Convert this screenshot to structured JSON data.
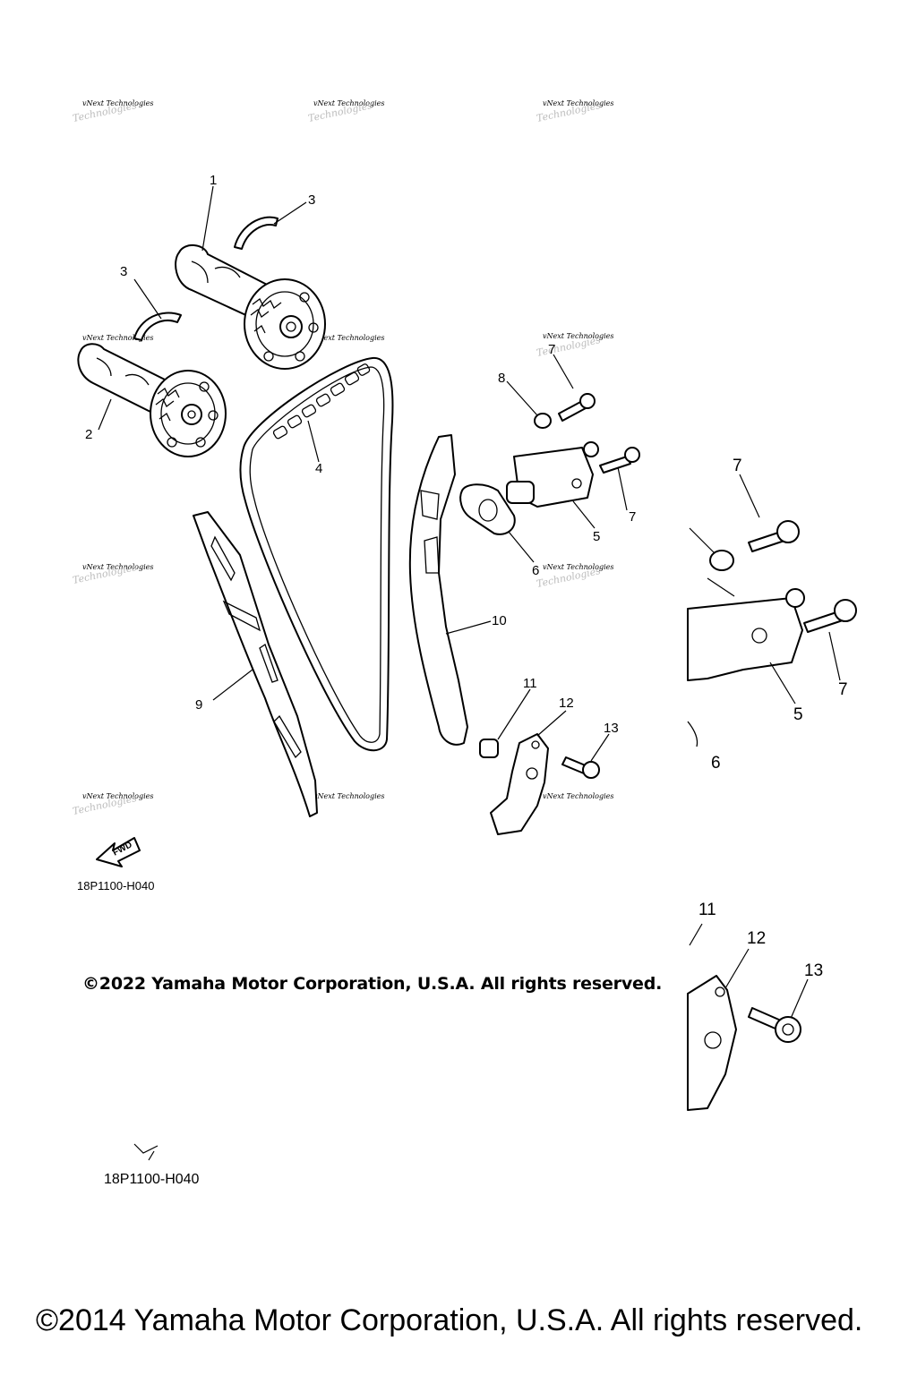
{
  "diagram": {
    "callouts": [
      "1",
      "2",
      "3",
      "3",
      "4",
      "5",
      "6",
      "7",
      "7",
      "8",
      "9",
      "10",
      "11",
      "12",
      "13"
    ],
    "inset_callouts": [
      "7",
      "7",
      "5",
      "6",
      "11",
      "12",
      "13"
    ],
    "watermark_text": "vNext Technologies",
    "fwd_label": "FWD",
    "diagram_code": "18P1100-H040",
    "diagram_code_lower": "18P1100-H040"
  },
  "copyright_mid": "©2022 Yamaha Motor Corporation, U.S.A. All rights reserved.",
  "copyright_bottom": "©2014 Yamaha Motor Corporation, U.S.A. All rights reserved."
}
